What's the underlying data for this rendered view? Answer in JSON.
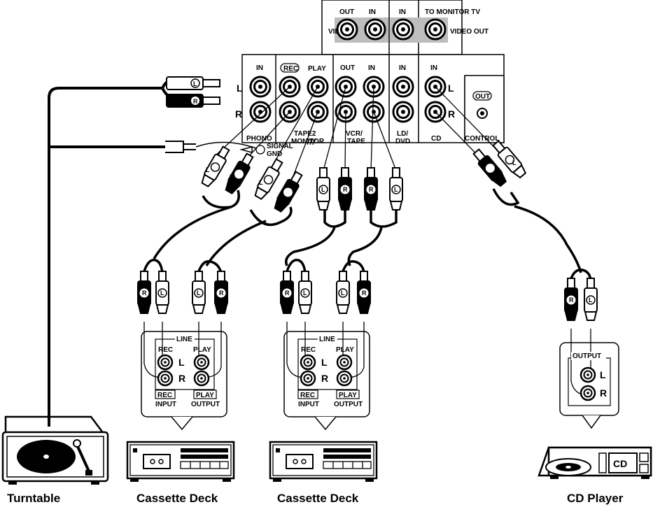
{
  "receiver": {
    "video_label": "VIDEO",
    "video_out_label": "OUT",
    "video_in_label": "IN",
    "video_in2_label": "IN",
    "monitor_label": "TO MONITOR TV",
    "video_out2_label": "VIDEO OUT",
    "phono_in": "IN",
    "phono_l": "L",
    "phono_r": "R",
    "rec_label": "REC",
    "play_label": "PLAY",
    "vcr_out": "OUT",
    "vcr_in": "IN",
    "ld_in": "IN",
    "cd_in": "IN",
    "cd_l": "L",
    "cd_r": "R",
    "phono_label": "PHONO",
    "tape_label_1": "TAPE2",
    "tape_label_2": "MONITOR",
    "signal_label_1": "SIGNAL",
    "signal_label_2": "GND",
    "vcr_label_1": "VCR/",
    "vcr_label_2": "TAPE",
    "ld_label_1": "LD/",
    "ld_label_2": "DVD",
    "cd_label": "CD",
    "control_label": "CONTROL",
    "control_out": "OUT"
  },
  "plugs": {
    "l": "L",
    "r": "R"
  },
  "deck1": {
    "line": "LINE",
    "rec": "REC",
    "play": "PLAY",
    "l": "L",
    "r": "R",
    "rec_box": "REC",
    "input": "INPUT",
    "play_box": "PLAY",
    "output": "OUTPUT"
  },
  "deck2": {
    "line": "LINE",
    "rec": "REC",
    "play": "PLAY",
    "l": "L",
    "r": "R",
    "rec_box": "REC",
    "input": "INPUT",
    "play_box": "PLAY",
    "output": "OUTPUT"
  },
  "cdpanel": {
    "output": "OUTPUT",
    "l": "L",
    "r": "R",
    "cd_badge": "CD"
  },
  "captions": {
    "turntable": "Turntable",
    "cassette1": "Cassette Deck",
    "cassette2": "Cassette Deck",
    "cd_player": "CD Player"
  }
}
